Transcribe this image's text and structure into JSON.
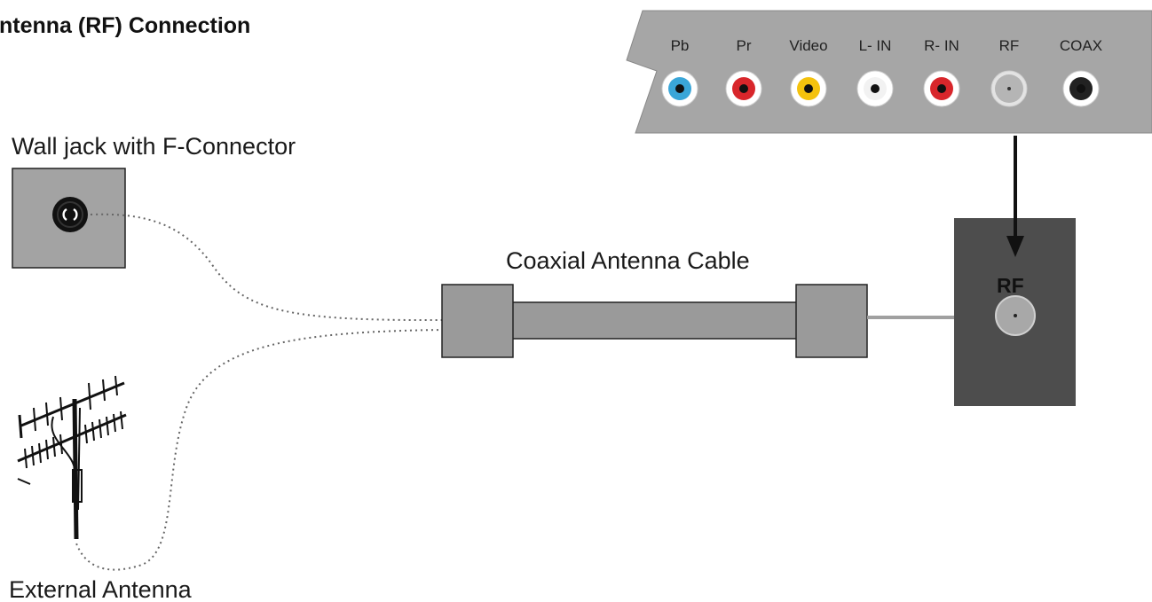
{
  "title": "ntenna (RF) Connection",
  "labels": {
    "wall_jack": "Wall jack with F-Connector",
    "cable": "Coaxial Antenna Cable",
    "antenna": "External Antenna",
    "rf_input": "RF"
  },
  "panel": {
    "ports": [
      {
        "label": "Pb",
        "color": "#3aa6d8",
        "ring": "#ffffff",
        "center": "#111111"
      },
      {
        "label": "Pr",
        "color": "#d8262b",
        "ring": "#ffffff",
        "center": "#111111"
      },
      {
        "label": "Video",
        "color": "#f4c20d",
        "ring": "#ffffff",
        "center": "#111111"
      },
      {
        "label": "L- IN",
        "color": "#f2f2f2",
        "ring": "#ffffff",
        "center": "#111111"
      },
      {
        "label": "R- IN",
        "color": "#d8262b",
        "ring": "#ffffff",
        "center": "#111111"
      },
      {
        "label": "RF",
        "color": "#b5b5b5",
        "ring": "#e3e3e3",
        "center": "#333333"
      },
      {
        "label": "COAX",
        "color": "#222222",
        "ring": "#ffffff",
        "center": "#111111"
      }
    ]
  },
  "colors": {
    "panel_fill": "#a6a6a6",
    "device_fill": "#4d4d4d",
    "cable_fill": "#9a9a9a",
    "wall_plate_fill": "#a3a3a3",
    "outline": "#222222",
    "rf_socket": "#a8a8a8",
    "link_line": "#a0a0a0"
  }
}
